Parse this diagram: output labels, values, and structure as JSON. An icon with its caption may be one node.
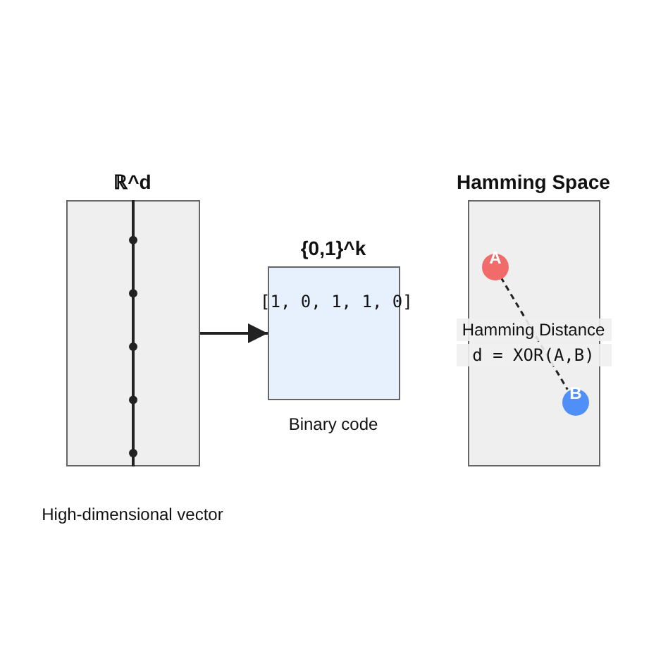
{
  "diagram": {
    "nodes": [
      {
        "text": [
          "ℝ^d"
        ],
        "beside": [
          "High-dimensional vector"
        ]
      },
      {
        "text": [
          "{0,1}^k",
          "[1, 0, 1, 1, 0]"
        ],
        "beside": [
          "Binary code"
        ]
      },
      {
        "text": [
          "Hamming Space",
          "Hamming Distance",
          "d = XOR(A,B)"
        ]
      },
      {
        "text": [
          "A"
        ],
        "in": 2
      },
      {
        "text": [
          "B"
        ],
        "in": 2
      }
    ],
    "edges": [
      {
        "from": 0,
        "to": 1,
        "arrow": "to"
      },
      {
        "from": 3,
        "to": 4,
        "arrow": "none",
        "style": "dashed"
      }
    ]
  }
}
